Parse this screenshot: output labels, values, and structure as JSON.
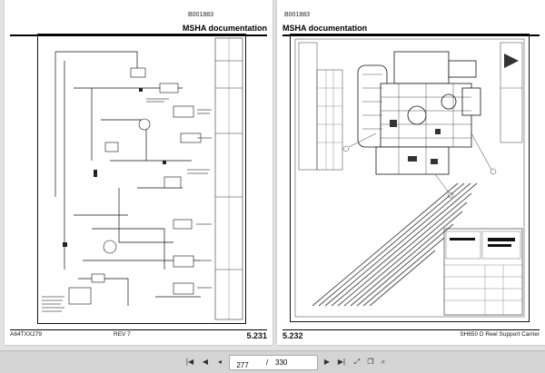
{
  "left_page": {
    "doc_code": "",
    "header": "MSHA documentation",
    "footer_left": "A64TXX279",
    "footer_mid": "REV 7",
    "page_number": "5.231"
  },
  "right_page": {
    "doc_code": "B001883",
    "header": "MSHA documentation",
    "footer_left": "5.232",
    "footer_right": "SH650 D Reel Support Carrier"
  },
  "left_doc_code_top": "B001883",
  "viewer": {
    "current_page": "277",
    "separator": "/",
    "total_pages": "330"
  },
  "colors": {
    "background": "#e2e2e2",
    "toolbar": "#d4d4d4",
    "page": "#ffffff"
  }
}
